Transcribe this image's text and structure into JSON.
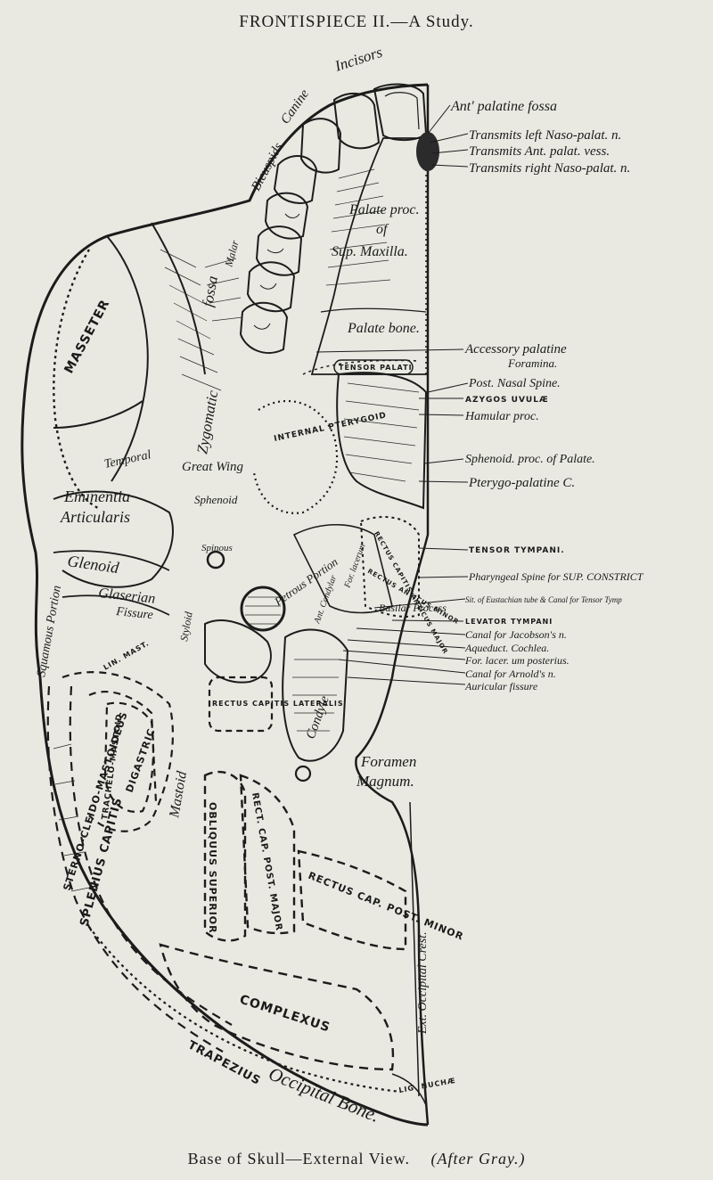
{
  "header": {
    "title": "FRONTISPIECE II.—A Study."
  },
  "caption": {
    "title": "Base of Skull—External View.",
    "credit": "(After Gray.)"
  },
  "labels": {
    "incisors": "Incisors",
    "canine": "Canine",
    "bicuspids": "Bicuspids",
    "palate_proc": "Palate proc.",
    "of": "of",
    "sup_maxilla": "Sup. Maxilla.",
    "palate_bone": "Palate bone.",
    "fossa": "fossa",
    "malar": "Malar",
    "masseter": "MASSETER",
    "temporal": "Temporal",
    "zygomatic": "Zygomatic",
    "great_wing": "Great Wing",
    "sphenoid": "Sphenoid",
    "internal_pterygoid": "INTERNAL PTERYGOID",
    "eminentia": "Eminentia",
    "articularis": "Articularis",
    "glenoid": "Glenoid",
    "glaserian": "Glaserian",
    "fissure": "Fissure",
    "squamous_portion": "Squamous Portion",
    "spinous": "Spinous",
    "petrous_portion": "Petrous Portion",
    "styloid": "Styloid",
    "rectus_capitis_lateralis": "RECTUS CAPITIS LATERALIS",
    "condyle": "Condyle",
    "digastric": "DIGASTRIC",
    "mastoid": "Mastoid",
    "sterno_cleido_mastoideus": "STERNO-CLEIDO-MASTOIDEUS",
    "splenius_capitis": "SPLENIUS CAPITIS",
    "trachelo_mastoid": "TRACHELO-MASTOID",
    "obliquus_superior": "OBLIQUUS SUPERIOR",
    "rect_cap_post_major": "RECT. CAP. POST. MAJOR",
    "rectus_cap_post_minor": "RECTUS CAP. POST. MINOR",
    "complexus": "COMPLEXUS",
    "trapezius": "TRAPEZIUS",
    "lig_nuchae": "LIG. NUCHÆ",
    "occipital_bone": "Occipital Bone.",
    "ext_occipital_crest": "Ext. Occipital Crest.",
    "foramen_magnum_1": "Foramen",
    "foramen_magnum_2": "Magnum.",
    "tensor_palati": "TENSOR PALATI",
    "rectus_capitis_anticus_major": "RECTUS CAPITIS ANTICUS MAJOR",
    "rectus_anticus_minor": "RECTUS ANTICUS MINOR",
    "basilar_process": "Basilar Process",
    "anterior_condylar": "Ant. Condylar",
    "for_lacerum": "For. lacerum",
    "lin_mast": "LIN. MAST."
  },
  "callouts": [
    {
      "text": "Ant' palatine fossa",
      "style": "ital"
    },
    {
      "text": "Transmits left Naso-palat. n.",
      "style": "ital"
    },
    {
      "text": "Transmits Ant. palat. vess.",
      "style": "ital"
    },
    {
      "text": "Transmits right Naso-palat. n.",
      "style": "ital"
    },
    {
      "text": "Accessory palatine",
      "style": "ital"
    },
    {
      "text": "Foramina.",
      "style": "ital"
    },
    {
      "text": "Post. Nasal Spine.",
      "style": "ital"
    },
    {
      "text": "AZYGOS UVULÆ",
      "style": "caps"
    },
    {
      "text": "Hamular proc.",
      "style": "ital"
    },
    {
      "text": "Sphenoid. proc. of Palate.",
      "style": "ital"
    },
    {
      "text": "Pterygo-palatine C.",
      "style": "ital"
    },
    {
      "text": "TENSOR TYMPANI.",
      "style": "caps"
    },
    {
      "text": "Pharyngeal Spine for SUP. CONSTRICT",
      "style": "ital"
    },
    {
      "text": "Sit. of Eustachian tube & Canal for Tensor Tymp",
      "style": "ital"
    },
    {
      "text": "LEVATOR TYMPANI",
      "style": "caps"
    },
    {
      "text": "Canal for Jacobson's n.",
      "style": "ital"
    },
    {
      "text": "Aqueduct. Cochlea.",
      "style": "ital"
    },
    {
      "text": "For. lacer. um posterius.",
      "style": "ital"
    },
    {
      "text": "Canal for Arnold's n.",
      "style": "ital"
    },
    {
      "text": "Auricular fissure",
      "style": "ital"
    }
  ]
}
